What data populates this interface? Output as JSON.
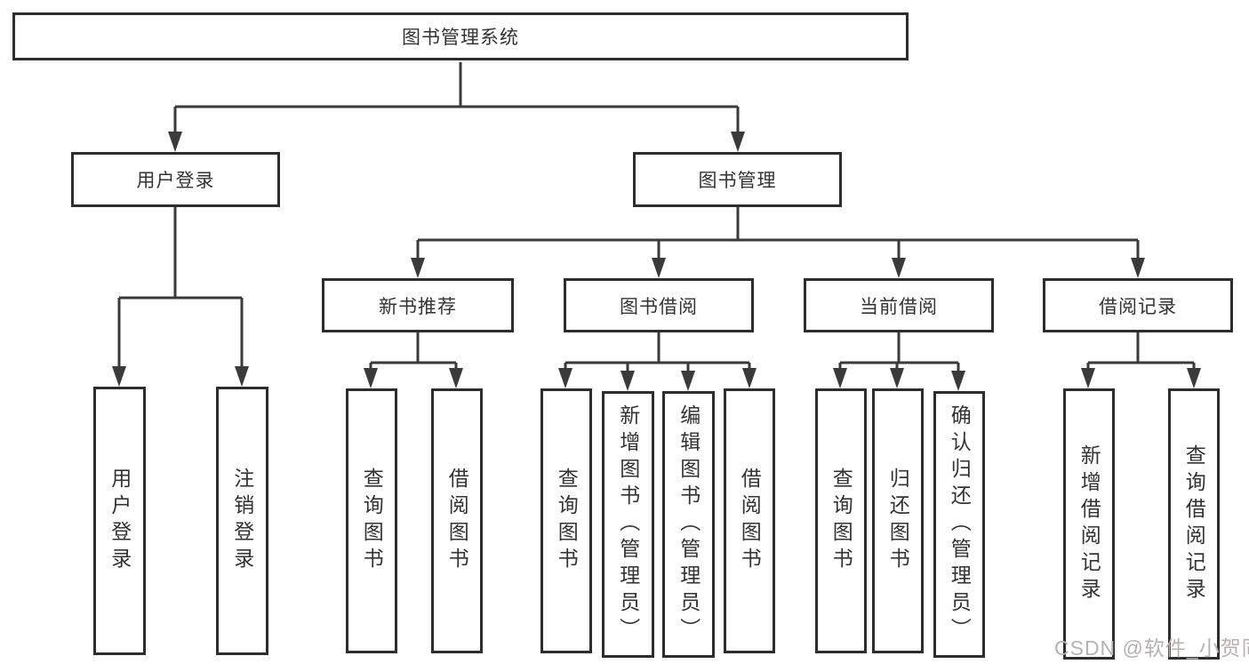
{
  "tree": {
    "root": {
      "label": "图书管理系统"
    },
    "level2": [
      {
        "label": "用户登录"
      },
      {
        "label": "图书管理"
      }
    ],
    "level3": [
      {
        "label": "新书推荐"
      },
      {
        "label": "图书借阅"
      },
      {
        "label": "当前借阅"
      },
      {
        "label": "借阅记录"
      }
    ],
    "leaves": {
      "user_login": [
        "用户登录",
        "注销登录"
      ],
      "new_book": [
        "查询图书",
        "借阅图书"
      ],
      "book_borrow": [
        "查询图书",
        "新增图书（管理员）",
        "编辑图书（管理员）",
        "借阅图书"
      ],
      "current_borrow": [
        "查询图书",
        "归还图书",
        "确认归还（管理员）"
      ],
      "borrow_record": [
        "新增借阅记录",
        "查询借阅记录"
      ]
    }
  },
  "watermark": {
    "text": "CSDN @软件_小贺同学"
  },
  "colors": {
    "box_border": "#2d2d2d",
    "connector_line": "#3a3a3a",
    "text": "#333333",
    "watermark": "#b7b1b1",
    "background": "#ffffff"
  }
}
